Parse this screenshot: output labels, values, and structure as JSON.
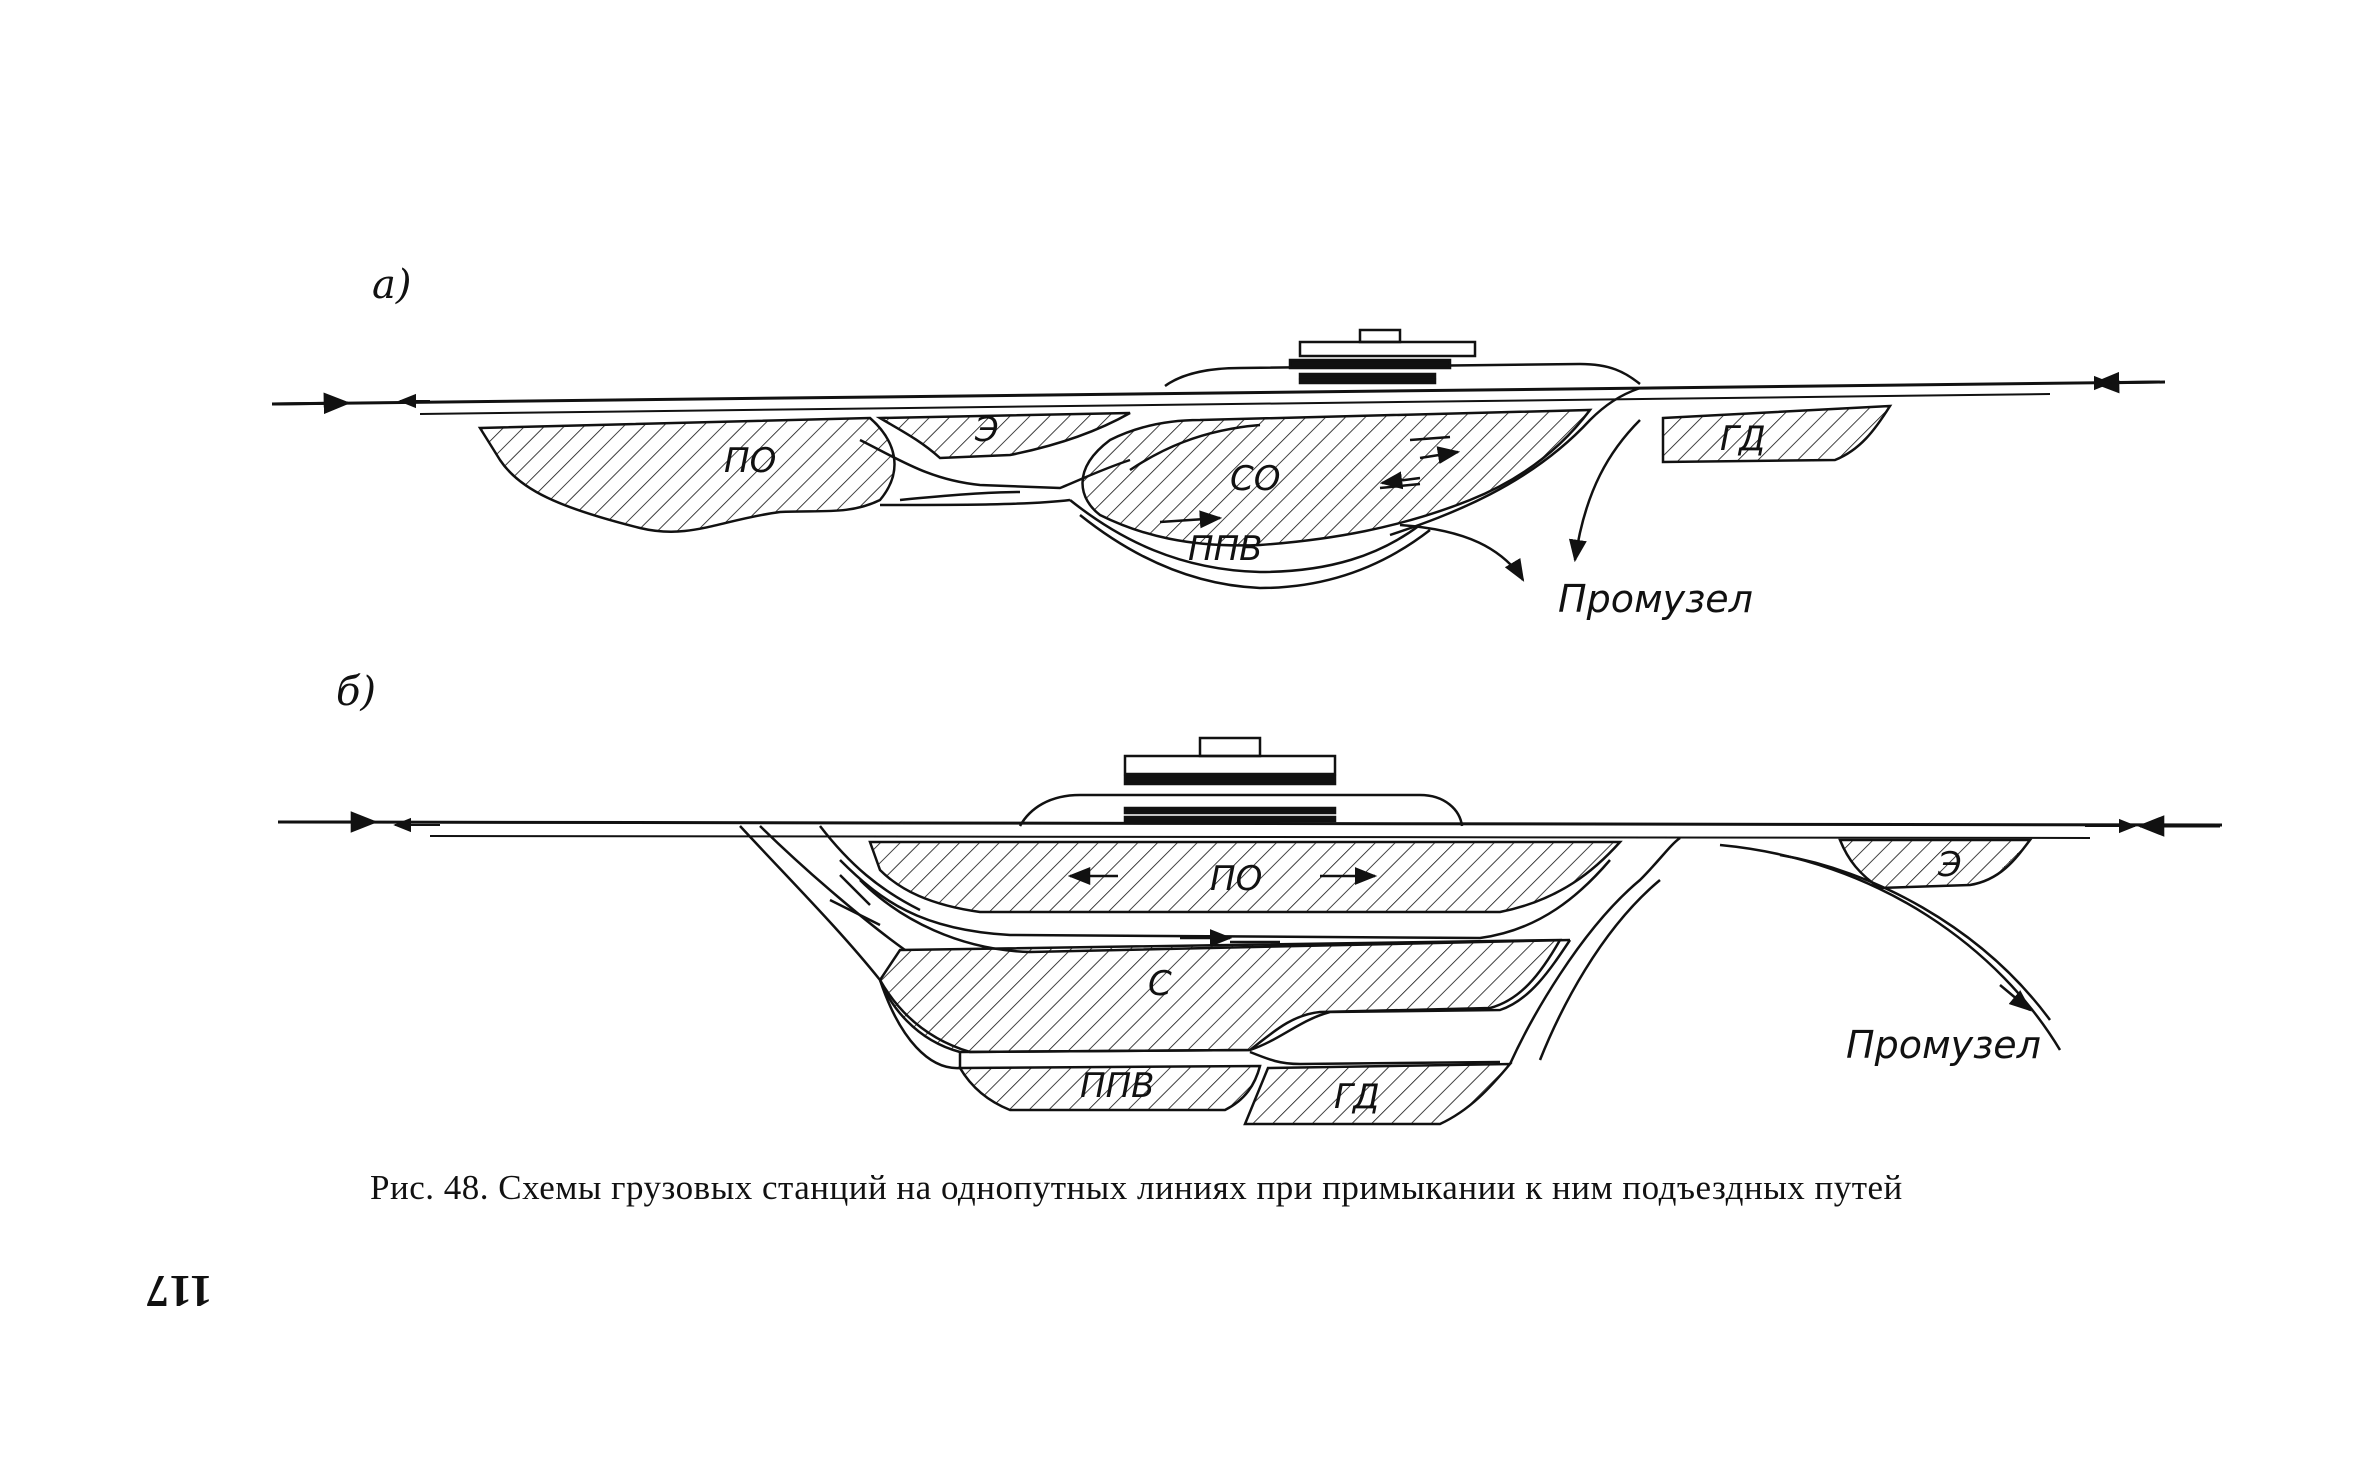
{
  "diagram_a": {
    "panel_label": "а)",
    "zones": {
      "po": "ПО",
      "e": "Э",
      "so": "СО",
      "ppv": "ППВ",
      "gd": "ГД"
    },
    "industrial_node": "Промузел"
  },
  "diagram_b": {
    "panel_label": "б)",
    "zones": {
      "po": "ПО",
      "c": "С",
      "ppv": "ППВ",
      "gd": "ГД",
      "e": "Э"
    },
    "industrial_node": "Промузел"
  },
  "caption": "Рис. 48. Схемы грузовых станций на однопутных линиях при примыкании к ним подъездных путей",
  "page_number": "117",
  "colors": {
    "ink": "#111111",
    "paper": "#ffffff"
  }
}
